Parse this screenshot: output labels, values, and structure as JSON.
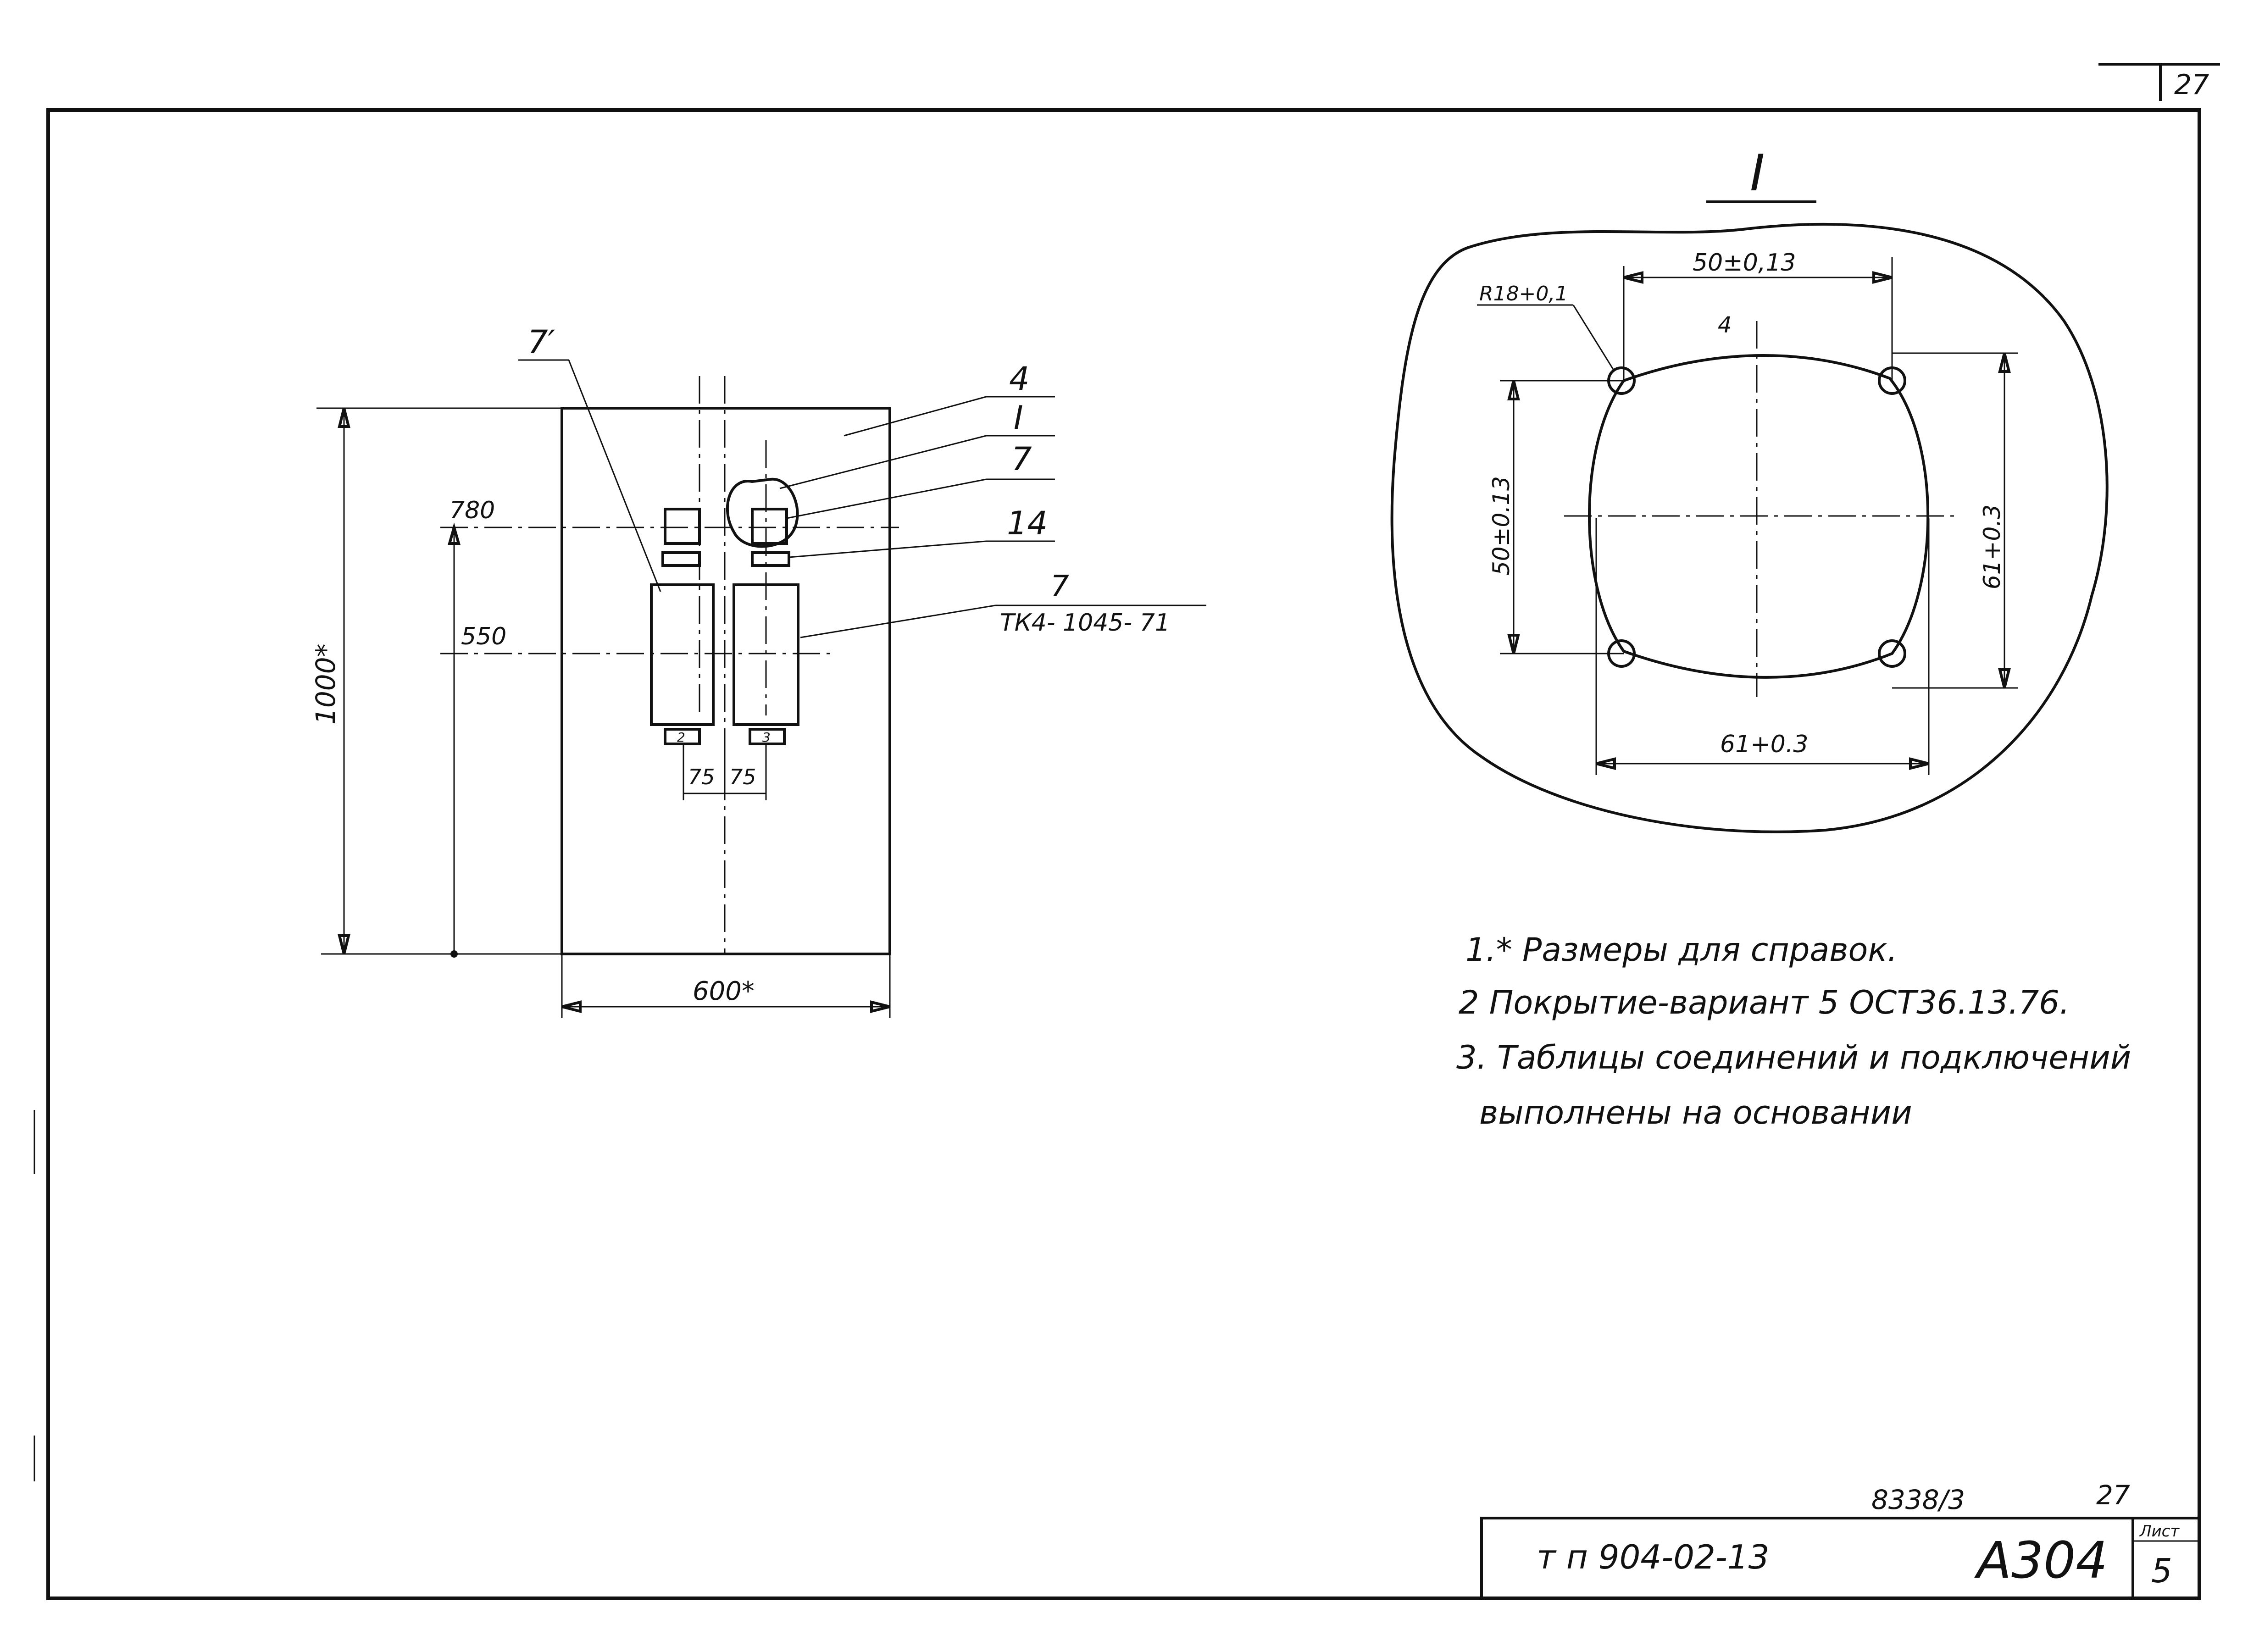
{
  "sheet_corner": "27",
  "view_label": "I",
  "panel": {
    "width_dim": "600*",
    "height_dim": "1000*",
    "dim_780": "780",
    "dim_550": "550",
    "dim_75_left": "75",
    "dim_75_right": "75",
    "callout_7prime": "7′",
    "callout_4": "4",
    "callout_I": "I",
    "callout_7a": "7",
    "callout_14": "14",
    "callout_7b": "7",
    "callout_tk": "ТК4- 1045- 71",
    "tag_left_bottom": "2",
    "tag_right_bottom": "3"
  },
  "detail": {
    "dim_top": "50±0,13",
    "dim_radius": "R18+0,1",
    "dim_left": "50±0.13",
    "dim_right": "61+0.3",
    "dim_bottom": "61+0.3",
    "small_mark": "4"
  },
  "notes": [
    "1.* Размеры для справок.",
    "2 Покрытие-вариант 5 ОСТ36.13.76.",
    "3. Таблицы соединений и подключений",
    "выполнены на основании"
  ],
  "title_block": {
    "ref_number": "8338/3",
    "ref_page": "27",
    "project": "т п 904-02-13",
    "code": "А304",
    "sheet_label": "Лист",
    "sheet_number": "5"
  }
}
